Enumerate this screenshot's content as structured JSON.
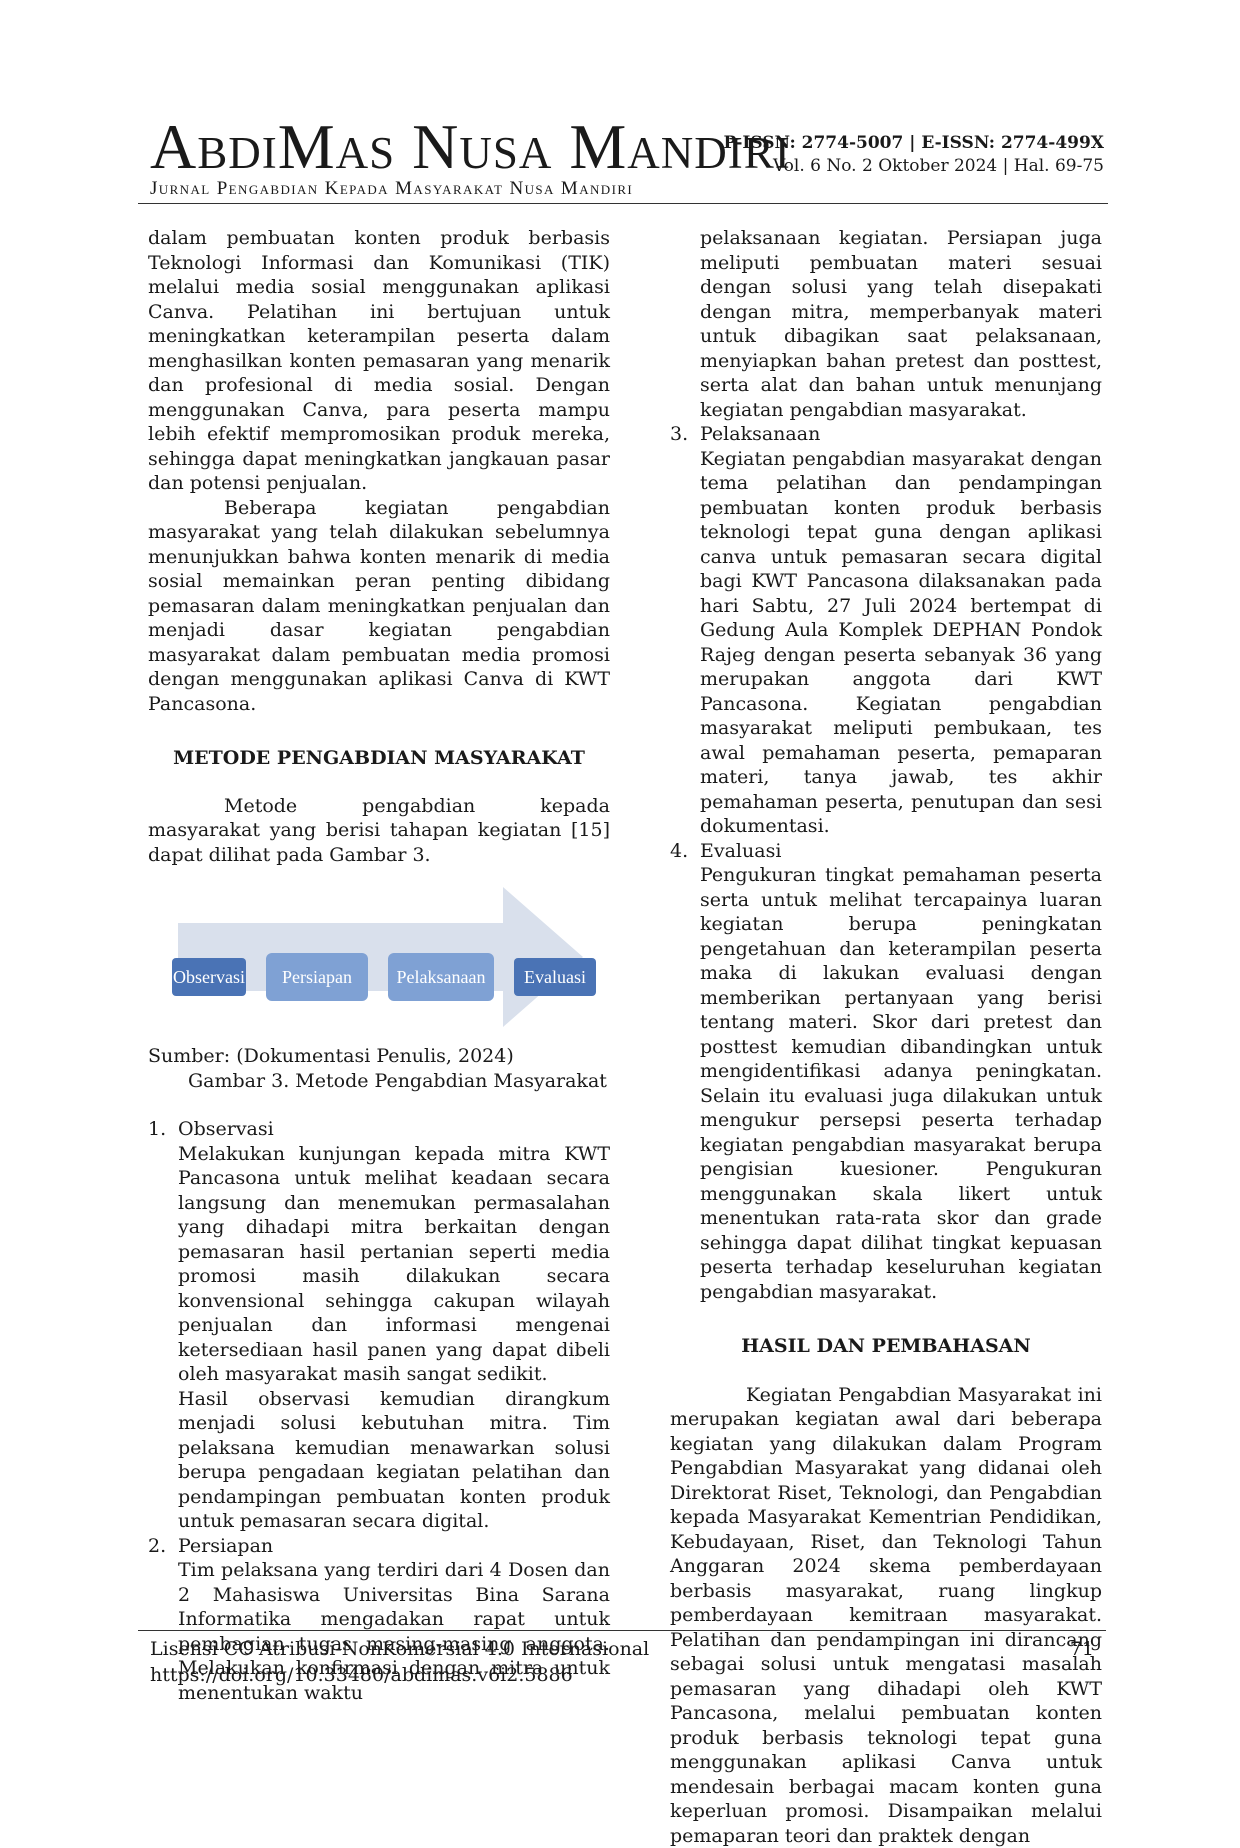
{
  "header": {
    "brand": "AbdiMas Nusa Mandiri",
    "subtitle": "Jurnal Pengabdian Kepada Masyarakat Nusa Mandiri",
    "issn": "P-ISSN: 2774-5007 | E-ISSN: 2774-499X",
    "volume": "Vol. 6 No. 2 Oktober 2024 | Hal. 69-75"
  },
  "left": {
    "p1": "dalam pembuatan konten produk berbasis Teknologi Informasi dan Komunikasi (TIK) melalui media sosial menggunakan aplikasi Canva. Pelatihan ini bertujuan untuk meningkatkan keterampilan peserta dalam menghasilkan konten pemasaran yang menarik dan profesional di media sosial. Dengan menggunakan Canva, para peserta mampu lebih efektif mempromosikan produk mereka, sehingga dapat meningkatkan jangkauan pasar dan potensi penjualan.",
    "p2": "Beberapa kegiatan pengabdian masyarakat yang telah dilakukan sebelumnya menunjukkan bahwa konten menarik di media sosial memainkan peran penting dibidang pemasaran dalam meningkatkan penjualan dan menjadi dasar kegiatan pengabdian masyarakat dalam pembuatan media promosi dengan menggunakan aplikasi Canva di KWT Pancasona.",
    "section_title": "METODE PENGABDIAN MASYARAKAT",
    "p3": "Metode pengabdian kepada masyarakat yang berisi tahapan kegiatan [15] dapat dilihat pada Gambar 3.",
    "figure": {
      "steps": [
        "Observasi",
        "Persiapan",
        "Pelaksanaan",
        "Evaluasi"
      ],
      "source": "Sumber: (Dokumentasi Penulis, 2024)",
      "caption": "Gambar 3. Metode Pengabdian Masyarakat"
    },
    "list": [
      {
        "num": "1.",
        "title": "Observasi",
        "paras": [
          "Melakukan kunjungan kepada mitra KWT Pancasona untuk melihat keadaan secara langsung dan menemukan permasalahan yang dihadapi mitra berkaitan dengan pemasaran hasil pertanian seperti media promosi masih dilakukan secara konvensional sehingga cakupan wilayah penjualan dan informasi mengenai ketersediaan hasil panen yang dapat dibeli oleh masyarakat masih sangat sedikit.",
          "Hasil observasi kemudian dirangkum menjadi solusi kebutuhan mitra. Tim pelaksana kemudian menawarkan solusi berupa pengadaan kegiatan pelatihan dan pendampingan pembuatan konten produk untuk pemasaran secara digital."
        ]
      },
      {
        "num": "2.",
        "title": "Persiapan",
        "paras": [
          "Tim pelaksana yang terdiri dari 4 Dosen dan 2 Mahasiswa Universitas Bina Sarana Informatika mengadakan rapat untuk pembagian tugas masing-masing anggota. Melakukan konfirmasi dengan mitra untuk menentukan waktu"
        ]
      }
    ]
  },
  "right": {
    "cont": "pelaksanaan kegiatan. Persiapan juga meliputi pembuatan materi sesuai dengan solusi yang telah disepakati dengan mitra, memperbanyak materi untuk dibagikan saat pelaksanaan, menyiapkan bahan pretest dan posttest, serta alat dan bahan untuk menunjang kegiatan pengabdian masyarakat.",
    "list": [
      {
        "num": "3.",
        "title": "Pelaksanaan",
        "paras": [
          "Kegiatan pengabdian masyarakat dengan tema pelatihan dan pendampingan pembuatan konten produk berbasis teknologi tepat guna dengan aplikasi canva untuk pemasaran secara digital bagi KWT Pancasona dilaksanakan pada hari Sabtu, 27 Juli 2024 bertempat di Gedung Aula Komplek DEPHAN Pondok Rajeg dengan peserta sebanyak 36 yang merupakan anggota dari KWT Pancasona. Kegiatan pengabdian masyarakat meliputi pembukaan, tes awal pemahaman peserta, pemaparan materi, tanya jawab, tes akhir pemahaman peserta, penutupan dan sesi dokumentasi."
        ]
      },
      {
        "num": "4.",
        "title": "Evaluasi",
        "paras": [
          "Pengukuran tingkat pemahaman peserta serta untuk melihat tercapainya luaran kegiatan berupa peningkatan pengetahuan dan keterampilan peserta maka di lakukan evaluasi dengan memberikan pertanyaan yang berisi tentang materi. Skor dari pretest dan posttest kemudian dibandingkan untuk mengidentifikasi adanya peningkatan. Selain itu evaluasi juga dilakukan untuk mengukur persepsi peserta terhadap kegiatan pengabdian masyarakat berupa pengisian kuesioner. Pengukuran menggunakan skala likert untuk menentukan rata-rata skor dan grade sehingga dapat dilihat tingkat kepuasan peserta terhadap keseluruhan kegiatan pengabdian masyarakat."
        ]
      }
    ],
    "section_title": "HASIL DAN PEMBAHASAN",
    "p_results": "Kegiatan Pengabdian Masyarakat ini merupakan kegiatan awal dari beberapa kegiatan yang dilakukan dalam Program Pengabdian Masyarakat yang didanai oleh Direktorat Riset, Teknologi, dan Pengabdian kepada Masyarakat Kementrian Pendidikan, Kebudayaan, Riset, dan Teknologi Tahun Anggaran 2024 skema pemberdayaan berbasis masyarakat, ruang lingkup pemberdayaan kemitraan masyarakat. Pelatihan dan pendampingan ini dirancang sebagai solusi untuk mengatasi masalah pemasaran yang dihadapi oleh KWT Pancasona, melalui pembuatan konten produk berbasis teknologi tepat guna menggunakan aplikasi Canva untuk mendesain berbagai macam konten guna keperluan promosi. Disampaikan melalui pemaparan teori dan praktek dengan"
  },
  "footer": {
    "license": "Lisensi CC Atribusi-NonKomersial 4.0 Internasional",
    "doi": "https://doi.org/10.33480/abdimas.v6i2.5886",
    "page": "71"
  },
  "colors": {
    "arrow": "#d9e0ec",
    "box_dark": "#4a73b5",
    "box_light": "#7fa1d4"
  }
}
